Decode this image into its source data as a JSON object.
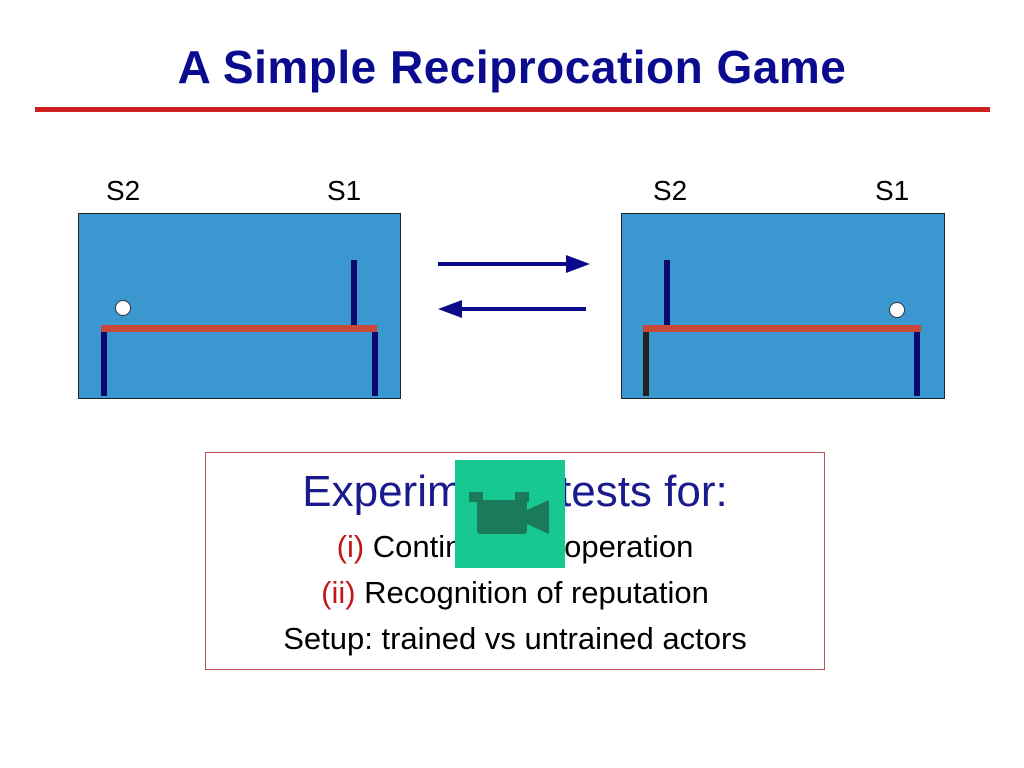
{
  "slide": {
    "title": "A Simple Reciprocation Game",
    "accent_color": "#cc1f1f",
    "title_color": "#0b0b8f"
  },
  "diagram": {
    "left_panel": {
      "label_left": "S2",
      "label_right": "S1"
    },
    "right_panel": {
      "label_left": "S2",
      "label_right": "S1"
    },
    "arrows": [
      "arrow-right",
      "arrow-left"
    ],
    "panel_color": "#3a97d0",
    "table_color": "#c8483a"
  },
  "textbox": {
    "heading": "Experiments tests for:",
    "items": [
      {
        "marker": "(i)",
        "text": "Contingent cooperation"
      },
      {
        "marker": "(ii)",
        "text": "Recognition of reputation"
      }
    ],
    "setup": "Setup: trained vs untrained actors"
  },
  "video_icon": {
    "icon": "video-camera-icon",
    "color": "#18c893"
  }
}
